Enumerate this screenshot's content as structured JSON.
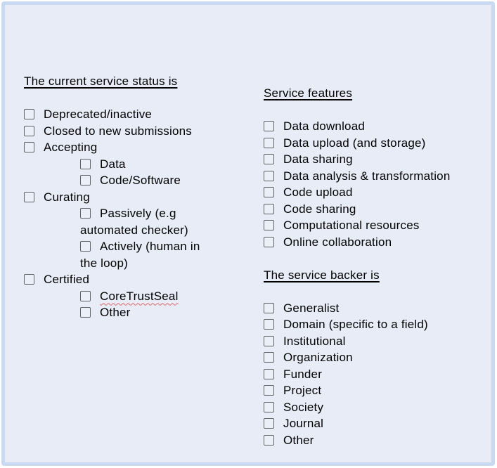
{
  "theme": {
    "page_background": "#ffffff",
    "panel_background": "#e7ecf7",
    "panel_border_color": "#c9d9f2",
    "checkbox_border_color": "#5f6368",
    "checkbox_fill_color": "#ebeff8",
    "text_color": "#000000",
    "spellcheck_squiggle_color": "#e06666"
  },
  "status_section": {
    "heading": "The current service status is",
    "items": [
      {
        "label": "Deprecated/inactive",
        "level": 0,
        "checked": false
      },
      {
        "label": "Closed to new submissions",
        "level": 0,
        "checked": false
      },
      {
        "label": "Accepting",
        "level": 0,
        "checked": false
      },
      {
        "label": "Data",
        "level": 1,
        "checked": false
      },
      {
        "label": "Code/Software",
        "level": 1,
        "checked": false
      },
      {
        "label": "Curating",
        "level": 0,
        "checked": false
      },
      {
        "label": "Passively (e.g\nautomated checker)",
        "level": 1,
        "checked": false
      },
      {
        "label": "Actively (human in\nthe loop)",
        "level": 1,
        "checked": false
      },
      {
        "label": "Certified",
        "level": 0,
        "checked": false
      },
      {
        "label": "CoreTrustSeal",
        "level": 1,
        "checked": false,
        "spellcheck": true
      },
      {
        "label": "Other",
        "level": 1,
        "checked": false
      }
    ]
  },
  "features_section": {
    "heading": "Service features",
    "items": [
      {
        "label": "Data download",
        "level": 0,
        "checked": false
      },
      {
        "label": "Data upload (and storage)",
        "level": 0,
        "checked": false
      },
      {
        "label": "Data sharing",
        "level": 0,
        "checked": false
      },
      {
        "label": "Data analysis & transformation",
        "level": 0,
        "checked": false
      },
      {
        "label": "Code upload",
        "level": 0,
        "checked": false
      },
      {
        "label": "Code sharing",
        "level": 0,
        "checked": false
      },
      {
        "label": "Computational resources",
        "level": 0,
        "checked": false
      },
      {
        "label": "Online collaboration",
        "level": 0,
        "checked": false
      }
    ]
  },
  "backer_section": {
    "heading": "The service backer is",
    "items": [
      {
        "label": "Generalist",
        "level": 0,
        "checked": false
      },
      {
        "label": "Domain (specific to a field)",
        "level": 0,
        "checked": false
      },
      {
        "label": "Institutional",
        "level": 0,
        "checked": false
      },
      {
        "label": "Organization",
        "level": 0,
        "checked": false
      },
      {
        "label": "Funder",
        "level": 0,
        "checked": false
      },
      {
        "label": "Project",
        "level": 0,
        "checked": false
      },
      {
        "label": "Society",
        "level": 0,
        "checked": false
      },
      {
        "label": "Journal",
        "level": 0,
        "checked": false
      },
      {
        "label": "Other",
        "level": 0,
        "checked": false
      }
    ]
  }
}
